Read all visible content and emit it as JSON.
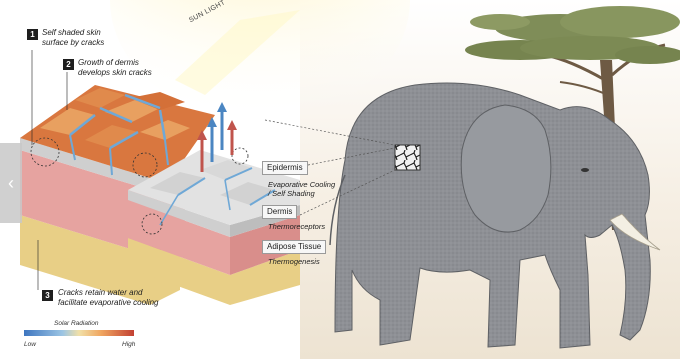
{
  "labels": {
    "sunlight": "SUN LIGHT",
    "step1_number": "1",
    "step1_text_line1": "Self shaded skin",
    "step1_text_line2": "surface by cracks",
    "step2_number": "2",
    "step2_text_line1": "Growth of dermis",
    "step2_text_line2": "develops skin cracks",
    "step3_number": "3",
    "step3_text_line1": "Cracks retain water and",
    "step3_text_line2": "facilitate evaporative cooling",
    "epidermis": "Epidermis",
    "epidermis_sub_line1": "Evaporative Cooling",
    "epidermis_sub_line2": "/ Self Shading",
    "dermis": "Dermis",
    "dermis_sub": "Thermoreceptors",
    "adipose": "Adipose Tissue",
    "adipose_sub": "Thermogenesis"
  },
  "scale": {
    "title": "Solar Radiation",
    "low": "Low",
    "high": "High"
  },
  "colors": {
    "skin_surface_hot": "#d9773f",
    "skin_surface_warm": "#e8a060",
    "crack_cool": "#6fa8d6",
    "dermis_pink": "#e6a3a0",
    "epidermis_grey": "#cfcfcf",
    "adipose_yellow": "#e8cf86",
    "elephant_grey": "#8d8f94",
    "ground": "#f3ece1",
    "arrow_blue": "#4b86c2",
    "arrow_red": "#c0544c"
  },
  "icons": {
    "nav_left": "chevron-left-icon"
  }
}
